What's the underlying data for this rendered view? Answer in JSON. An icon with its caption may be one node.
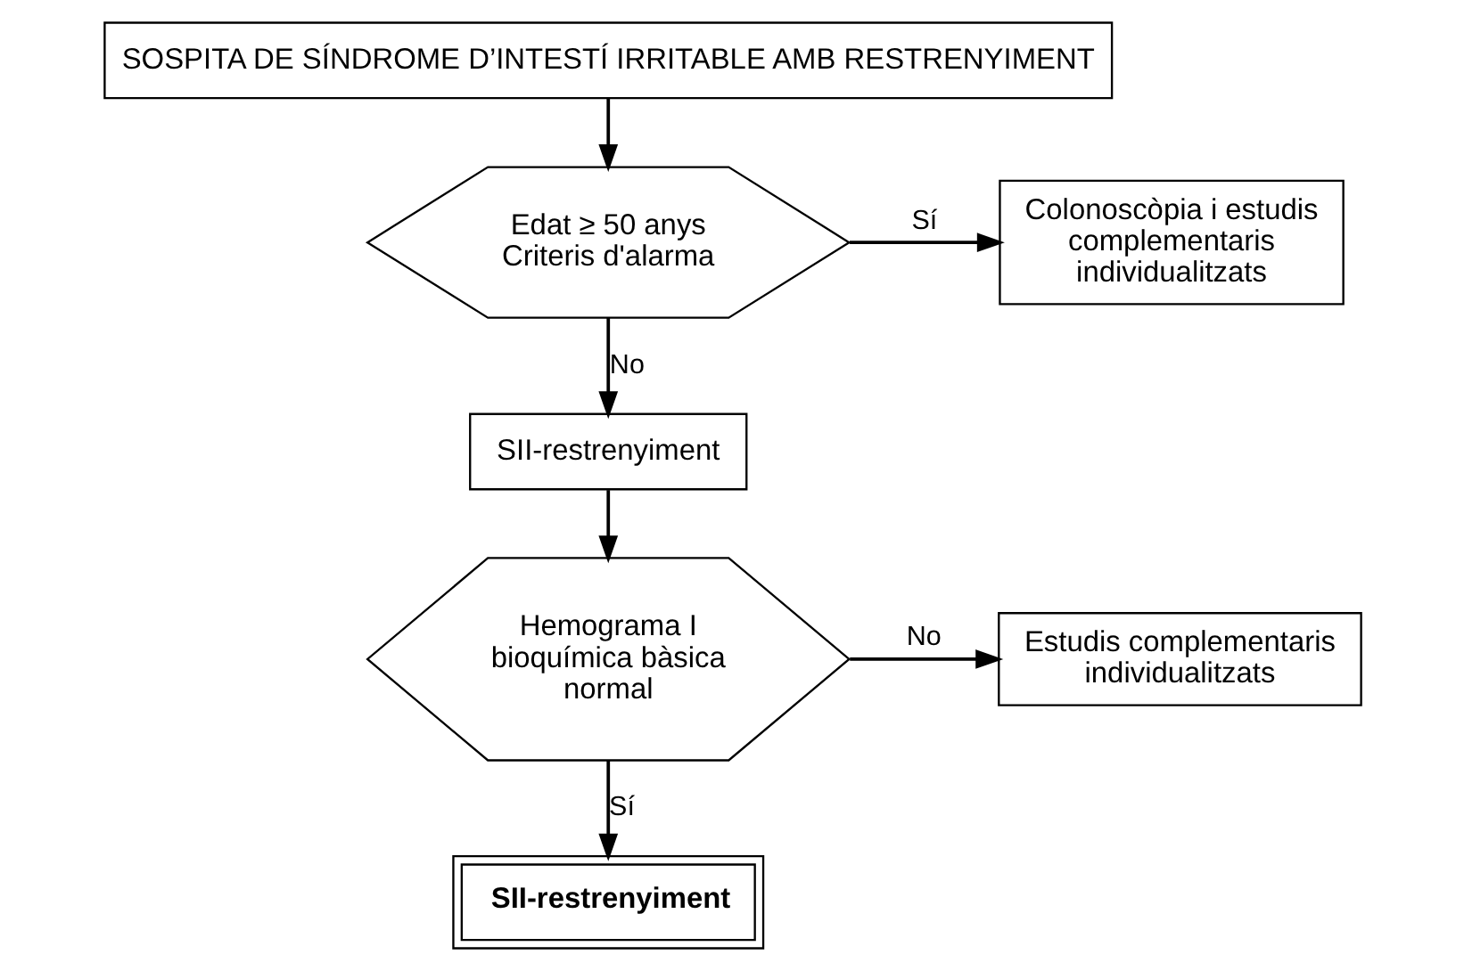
{
  "diagram": {
    "nodes": [
      {
        "text": [
          "SOSPITA DE SÍNDROME D’INTESTÍ IRRITABLE AMB RESTRENYIMENT"
        ]
      },
      {
        "text": [
          "Edat ≥ 50 anys",
          "Criteris d'alarma"
        ]
      },
      {
        "text": [
          "Colonoscòpia i estudis complementaris individualitzats"
        ]
      },
      {
        "text": [
          "SII-restrenyiment"
        ]
      },
      {
        "text": [
          "Hemograma I bioquímica bàsica normal"
        ]
      },
      {
        "text": [
          "Estudis complementaris individualitzats"
        ]
      },
      {
        "text": [
          "SII-restrenyiment"
        ]
      }
    ],
    "edges": [
      {
        "from": 0,
        "to": 1,
        "arrow": "to"
      },
      {
        "from": 1,
        "to": 2,
        "arrow": "to",
        "label": "Sí"
      },
      {
        "from": 1,
        "to": 3,
        "arrow": "to",
        "label": "No"
      },
      {
        "from": 3,
        "to": 4,
        "arrow": "to"
      },
      {
        "from": 4,
        "to": 5,
        "arrow": "to",
        "label": "No"
      },
      {
        "from": 4,
        "to": 6,
        "arrow": "to",
        "label": "Sí"
      }
    ]
  }
}
